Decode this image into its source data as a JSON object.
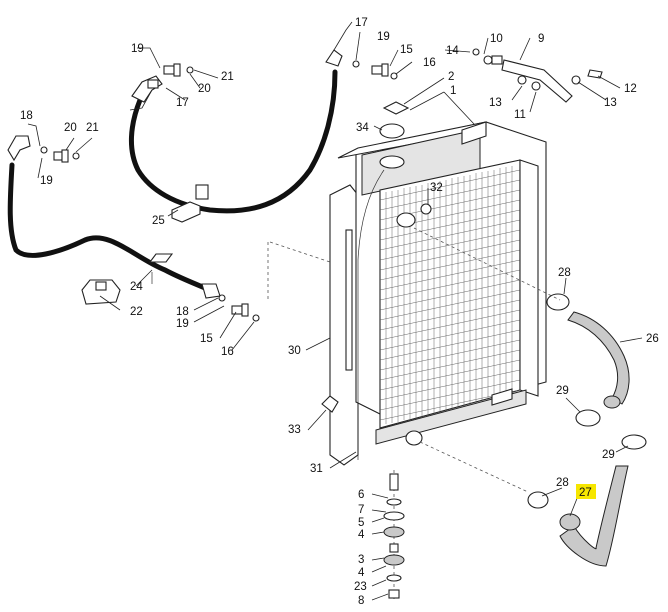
{
  "diagram": {
    "callouts": {
      "c1": "1",
      "c2": "2",
      "c3": "3",
      "c4a": "4",
      "c4b": "4",
      "c5": "5",
      "c6": "6",
      "c7": "7",
      "c8": "8",
      "c9": "9",
      "c10": "10",
      "c11": "11",
      "c12": "12",
      "c13a": "13",
      "c13b": "13",
      "c14": "14",
      "c15a": "15",
      "c15b": "15",
      "c16a": "16",
      "c16b": "16",
      "c17a": "17",
      "c17b": "17",
      "c18a": "18",
      "c18b": "18",
      "c19a": "19",
      "c19b": "19",
      "c19c": "19",
      "c19d": "19",
      "c20a": "20",
      "c20b": "20",
      "c21a": "21",
      "c21b": "21",
      "c22": "22",
      "c23": "23",
      "c24": "24",
      "c25": "25",
      "c26": "26",
      "c27": "27",
      "c28a": "28",
      "c28b": "28",
      "c29a": "29",
      "c29b": "29",
      "c30": "30",
      "c31": "31",
      "c32": "32",
      "c33": "33",
      "c34": "34"
    },
    "highlight_color": "#f6e600"
  }
}
